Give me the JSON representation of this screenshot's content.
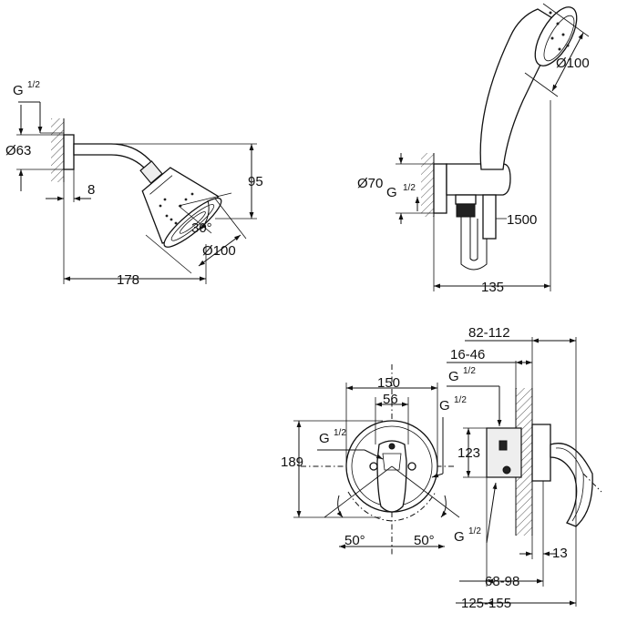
{
  "head_shower": {
    "thread": "G",
    "thread_fraction": "1/2",
    "flange_diameter": "Ø63",
    "depth": "8",
    "height": "95",
    "angle": "30°",
    "head_diameter": "Ø100",
    "length": "178"
  },
  "hand_shower": {
    "head_diameter": "Ø100",
    "flange_diameter": "Ø70",
    "thread": "G",
    "thread_fraction": "1/2",
    "hose_length": "1500",
    "depth": "135"
  },
  "mixer_front": {
    "width": "150",
    "inner_width": "56",
    "height": "189",
    "thread_left": "G",
    "thread_left_fraction": "1/2",
    "thread_right": "G",
    "thread_right_fraction": "1/2",
    "angle_left": "50°",
    "angle_right": "50°",
    "thread_bottom": "G",
    "thread_bottom_fraction": "1/2"
  },
  "mixer_side": {
    "range_total": "82-112",
    "range_wall": "16-46",
    "thread_top": "G",
    "thread_top_fraction": "1/2",
    "height": "123",
    "plate": "13",
    "range_body": "68-98",
    "range_overall": "125-155"
  }
}
